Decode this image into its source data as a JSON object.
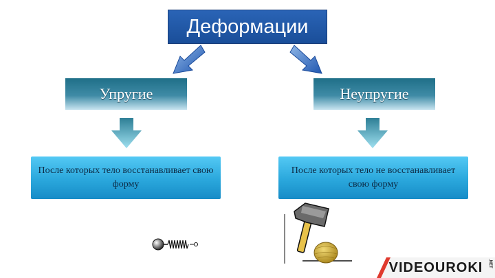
{
  "diagram": {
    "title": "Деформации",
    "branches": [
      {
        "label": "Упругие",
        "description": "После которых тело восстанавливает свою форму"
      },
      {
        "label": "Неупругие",
        "description": "После которых тело не восстанавливает свою форму"
      }
    ]
  },
  "colors": {
    "title_bg": "#2a64b6",
    "branch_bg": "#1f6f88",
    "desc_bg": "#2aa7dc",
    "arrow": "#2a5eb0",
    "down_arrow": "#3fa7c4",
    "hammer_handle": "#e8c24a",
    "ball": "#c9a227"
  },
  "icons": [
    "diagonal-arrow-icon",
    "down-arrow-icon",
    "spring-icon",
    "hammer-icon",
    "ball-icon"
  ],
  "brand": {
    "text": "VIDEOUROKI",
    "suffix": ".NET"
  }
}
